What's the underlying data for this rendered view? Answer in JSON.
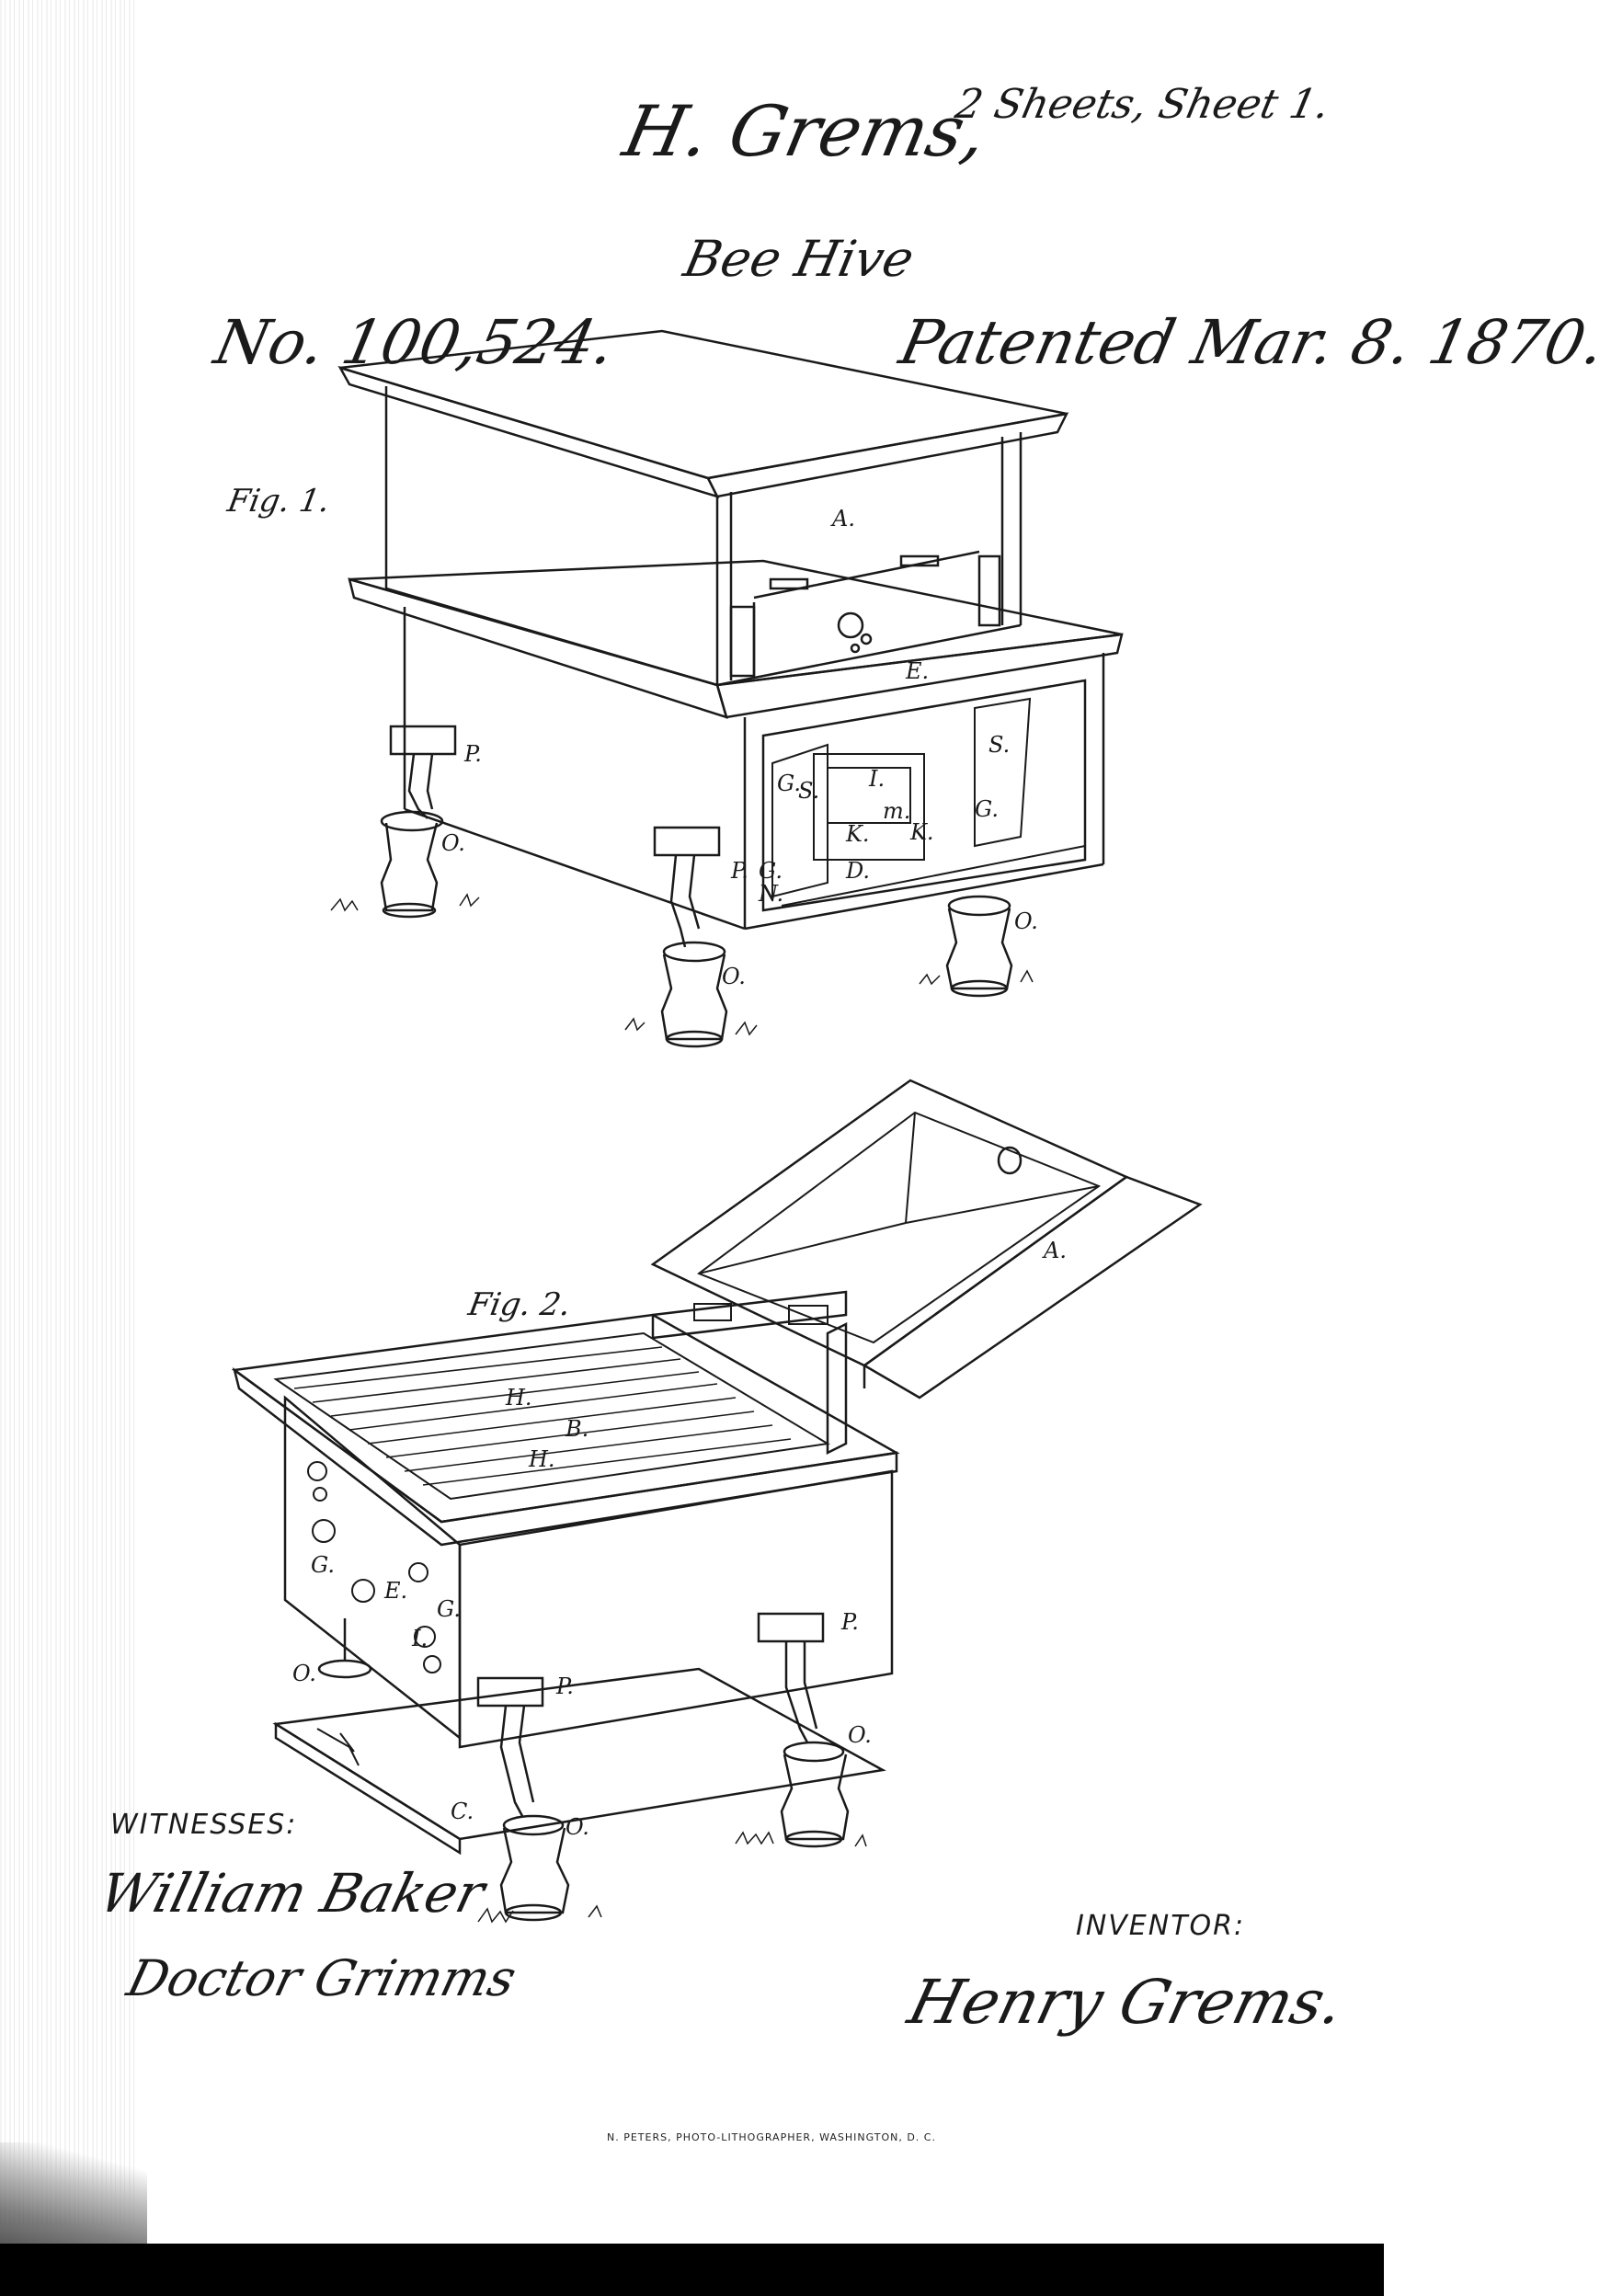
{
  "header": {
    "inventor_name": "H. Grems,",
    "sheets": "2 Sheets, Sheet 1.",
    "title": "Bee Hive",
    "patent_number": "No. 100,524.",
    "patent_date": "Patented Mar. 8. 1870."
  },
  "figures": {
    "fig1": {
      "caption": "Fig. 1.",
      "labels": [
        "A.",
        "E.",
        "P.",
        "P.",
        "O.",
        "O.",
        "O.",
        "S.",
        "S.",
        "G.",
        "G.",
        "I.",
        "K.",
        "K.",
        "m.",
        "D.",
        "N.",
        "G."
      ]
    },
    "fig2": {
      "caption": "Fig. 2.",
      "labels": [
        "A.",
        "H.",
        "B.",
        "H.",
        "G.",
        "E.",
        "G.",
        "I.",
        "P.",
        "P.",
        "O.",
        "O.",
        "O.",
        "C."
      ]
    }
  },
  "footer": {
    "witnesses_heading": "WITNESSES:",
    "witness_1": "William Baker",
    "witness_2": "Doctor Grimms",
    "inventor_heading": "INVENTOR:",
    "inventor_signature": "Henry Grems.",
    "lithographer_credit": "N. PETERS, PHOTO-LITHOGRAPHER, WASHINGTON, D. C."
  }
}
